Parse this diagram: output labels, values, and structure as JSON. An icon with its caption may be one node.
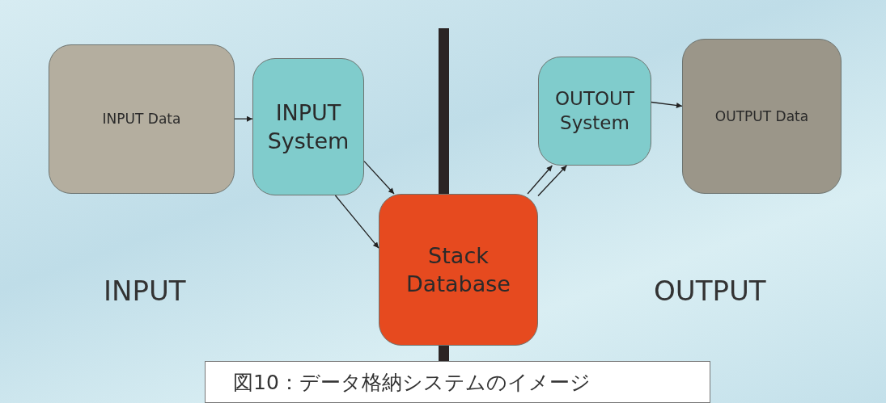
{
  "diagram": {
    "caption": "図10：データ格納システムのイメージ",
    "nodes": [
      {
        "text": [
          "INPUT Data"
        ]
      },
      {
        "text": [
          "INPUT System"
        ]
      },
      {
        "text": [
          "Stack Database"
        ]
      },
      {
        "text": [
          "OUTOUT System"
        ]
      },
      {
        "text": [
          "OUTPUT Data"
        ]
      }
    ],
    "edges": [
      {
        "from": 0,
        "to": 1,
        "arrow": "to"
      },
      {
        "from": 1,
        "to": 2,
        "arrow": "to"
      },
      {
        "from": 1,
        "to": 2,
        "arrow": "to"
      },
      {
        "from": 2,
        "to": 3,
        "arrow": "to"
      },
      {
        "from": 2,
        "to": 3,
        "arrow": "to"
      },
      {
        "from": 3,
        "to": 4,
        "arrow": "to"
      }
    ],
    "labels": [
      "INPUT",
      "OUTPUT"
    ]
  }
}
